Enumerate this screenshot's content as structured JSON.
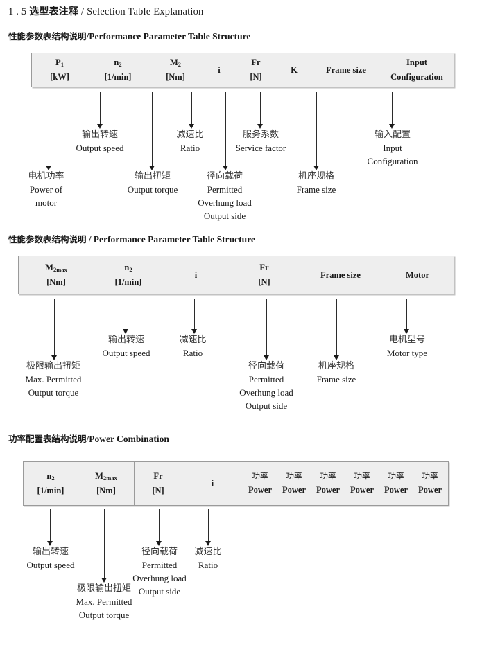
{
  "document": {
    "section_number": "1 . 5",
    "title_cn": "选型表注释",
    "title_sep": "/",
    "title_en": "Selection Table Explanation"
  },
  "sections": [
    {
      "heading_cn": "性能参数表结构说明",
      "heading_sep": "/",
      "heading_en": "Performance Parameter Table Structure",
      "table": {
        "columns": [
          {
            "symbol": "P",
            "sub": "1",
            "unit": "[kW]"
          },
          {
            "symbol": "n",
            "sub": "2",
            "unit": "[1/min]"
          },
          {
            "symbol": "M",
            "sub": "2",
            "unit": "[Nm]"
          },
          {
            "symbol": "i",
            "sub": "",
            "unit": ""
          },
          {
            "symbol": "Fr",
            "sub": "",
            "unit": "[N]"
          },
          {
            "symbol": "K",
            "sub": "",
            "unit": ""
          },
          {
            "symbol": "Frame size",
            "sub": "",
            "unit": ""
          },
          {
            "symbol": "Input",
            "sub": "",
            "unit": "Configuration"
          }
        ]
      },
      "annotations": [
        {
          "cn": "电机功率",
          "en": [
            "Power of",
            "motor"
          ]
        },
        {
          "cn": "输出转速",
          "en": [
            "Output speed"
          ]
        },
        {
          "cn": "输出扭矩",
          "en": [
            "Output torque"
          ]
        },
        {
          "cn": "减速比",
          "en": [
            "Ratio"
          ]
        },
        {
          "cn": "径向载荷",
          "en": [
            "Permitted",
            "Overhung load",
            "Output side"
          ]
        },
        {
          "cn": "服务系数",
          "en": [
            "Service factor"
          ]
        },
        {
          "cn": "机座规格",
          "en": [
            "Frame size"
          ]
        },
        {
          "cn": "输入配置",
          "en": [
            "Input",
            "Configuration"
          ]
        }
      ]
    },
    {
      "heading_cn": "性能参数表结构说明",
      "heading_sep": "/",
      "heading_en": "Performance Parameter Table Structure",
      "table": {
        "columns": [
          {
            "symbol": "M",
            "sub": "2max",
            "unit": "[Nm]"
          },
          {
            "symbol": "n",
            "sub": "2",
            "unit": "[1/min]"
          },
          {
            "symbol": "i",
            "sub": "",
            "unit": ""
          },
          {
            "symbol": "Fr",
            "sub": "",
            "unit": "[N]"
          },
          {
            "symbol": "Frame size",
            "sub": "",
            "unit": ""
          },
          {
            "symbol": "Motor",
            "sub": "",
            "unit": ""
          }
        ]
      },
      "annotations": [
        {
          "cn": "极限输出扭矩",
          "en": [
            "Max. Permitted",
            "Output  torque"
          ]
        },
        {
          "cn": "输出转速",
          "en": [
            "Output speed"
          ]
        },
        {
          "cn": "减速比",
          "en": [
            "Ratio"
          ]
        },
        {
          "cn": "径向载荷",
          "en": [
            "Permitted",
            "Overhung load",
            "Output side"
          ]
        },
        {
          "cn": "机座规格",
          "en": [
            "Frame size"
          ]
        },
        {
          "cn": "电机型号",
          "en": [
            "Motor type"
          ]
        }
      ]
    },
    {
      "heading_cn": "功率配置表结构说明",
      "heading_sep": "/",
      "heading_en": "Power Combination",
      "table": {
        "columns": [
          {
            "symbol": "n",
            "sub": "2",
            "unit": "[1/min]"
          },
          {
            "symbol": "M",
            "sub": "2max",
            "unit": "[Nm]"
          },
          {
            "symbol": "Fr",
            "sub": "",
            "unit": "[N]"
          },
          {
            "symbol": "i",
            "sub": "",
            "unit": ""
          },
          {
            "symbol_cn": "功率",
            "unit": "Power"
          },
          {
            "symbol_cn": "功率",
            "unit": "Power"
          },
          {
            "symbol_cn": "功率",
            "unit": "Power"
          },
          {
            "symbol_cn": "功率",
            "unit": "Power"
          },
          {
            "symbol_cn": "功率",
            "unit": "Power"
          },
          {
            "symbol_cn": "功率",
            "unit": "Power"
          }
        ]
      },
      "annotations": [
        {
          "cn": "输出转速",
          "en": [
            "Output speed"
          ]
        },
        {
          "cn": "极限输出扭矩",
          "en": [
            "Max. Permitted",
            "Output  torque"
          ]
        },
        {
          "cn": "径向载荷",
          "en": [
            "Permitted",
            "Overhung load",
            "Output side"
          ]
        },
        {
          "cn": "减速比",
          "en": [
            "Ratio"
          ]
        }
      ]
    }
  ]
}
